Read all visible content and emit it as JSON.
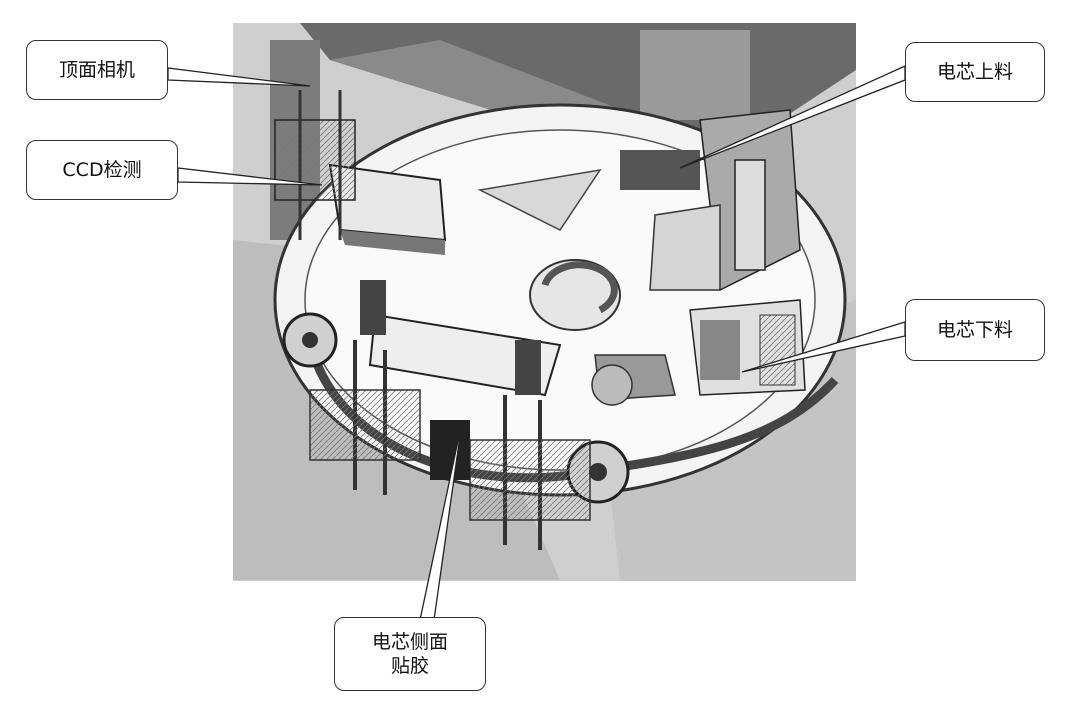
{
  "figure": {
    "labels": {
      "top_camera": "顶面相机",
      "ccd_inspection": "CCD检测",
      "cell_loading": "电芯上料",
      "cell_unloading": "电芯下料",
      "cell_side_taping_line1": "电芯侧面",
      "cell_side_taping_line2": "贴胶"
    }
  }
}
